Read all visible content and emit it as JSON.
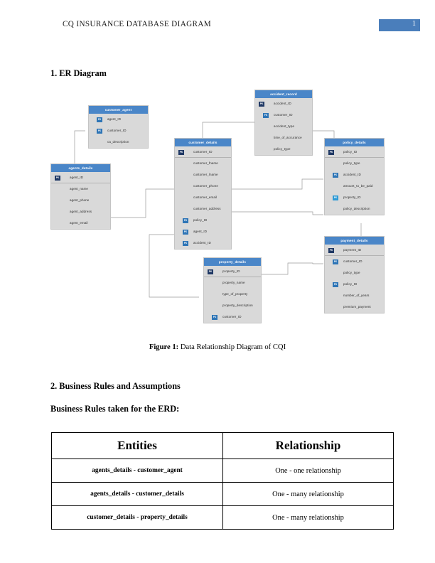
{
  "header": {
    "title": "CQ INSURANCE DATABASE DIAGRAM",
    "page_number": "1",
    "page_box_color": "#4a7ebb"
  },
  "sections": {
    "er_heading": "1. ER Diagram",
    "rules_heading": "2. Business Rules and Assumptions",
    "rules_subheading": "Business Rules taken for the ERD:"
  },
  "figure": {
    "label": "Figure 1:",
    "caption": " Data Relationship Diagram of CQI"
  },
  "diagram": {
    "header_color": "#4a86c8",
    "body_color": "#d9d9d9",
    "pk_color": "#1f3864",
    "fk_color": "#2e75b6",
    "entities": [
      {
        "name": "customer_agent",
        "fields": [
          {
            "label": "agent_ID",
            "key": "FK"
          },
          {
            "label": "customer_ID",
            "key": "FK"
          },
          {
            "label": "ca_description",
            "key": ""
          }
        ]
      },
      {
        "name": "agents_details",
        "fields": [
          {
            "label": "agent_ID",
            "key": "PK"
          },
          {
            "label": "agent_name",
            "key": ""
          },
          {
            "label": "agent_phone",
            "key": ""
          },
          {
            "label": "agent_address",
            "key": ""
          },
          {
            "label": "agent_email",
            "key": ""
          }
        ]
      },
      {
        "name": "customer_details",
        "fields": [
          {
            "label": "customer_ID",
            "key": "PK"
          },
          {
            "label": "customer_fname",
            "key": ""
          },
          {
            "label": "customer_lname",
            "key": ""
          },
          {
            "label": "customer_phone",
            "key": ""
          },
          {
            "label": "customer_email",
            "key": ""
          },
          {
            "label": "customer_address",
            "key": ""
          },
          {
            "label": "policy_ID",
            "key": "FK"
          },
          {
            "label": "agent_ID",
            "key": "FK"
          },
          {
            "label": "accident_ID",
            "key": "FK"
          }
        ]
      },
      {
        "name": "accident_record",
        "fields": [
          {
            "label": "accident_ID",
            "key": "PK"
          },
          {
            "label": "customer_ID",
            "key": "FK"
          },
          {
            "label": "accident_type",
            "key": ""
          },
          {
            "label": "time_of_accurance",
            "key": ""
          },
          {
            "label": "policy_type",
            "key": ""
          }
        ]
      },
      {
        "name": "policy_details",
        "fields": [
          {
            "label": "policy_ID",
            "key": "PK"
          },
          {
            "label": "policy_type",
            "key": ""
          },
          {
            "label": "accident_ID",
            "key": "FK"
          },
          {
            "label": "amount_to_be_paid",
            "key": ""
          },
          {
            "label": "property_ID",
            "key": "FK2"
          },
          {
            "label": "policy_description",
            "key": ""
          }
        ]
      },
      {
        "name": "payment_details",
        "fields": [
          {
            "label": "payment_ID",
            "key": "PK"
          },
          {
            "label": "customer_ID",
            "key": "FK"
          },
          {
            "label": "policy_type",
            "key": ""
          },
          {
            "label": "policy_ID",
            "key": "FK"
          },
          {
            "label": "number_of_years",
            "key": ""
          },
          {
            "label": "premium_payment",
            "key": ""
          }
        ]
      },
      {
        "name": "property_details",
        "fields": [
          {
            "label": "property_ID",
            "key": "PK"
          },
          {
            "label": "property_name",
            "key": ""
          },
          {
            "label": "type_of_property",
            "key": ""
          },
          {
            "label": "property_description",
            "key": ""
          },
          {
            "label": "customer_ID",
            "key": "FK"
          }
        ]
      }
    ]
  },
  "rules_table": {
    "columns": [
      "Entities",
      "Relationship"
    ],
    "rows": [
      {
        "entities": "agents_details - customer_agent",
        "relationship": "One - one relationship"
      },
      {
        "entities": "agents_details - customer_details",
        "relationship": "One - many relationship"
      },
      {
        "entities": "customer_details - property_details",
        "relationship": "One - many relationship"
      }
    ]
  }
}
